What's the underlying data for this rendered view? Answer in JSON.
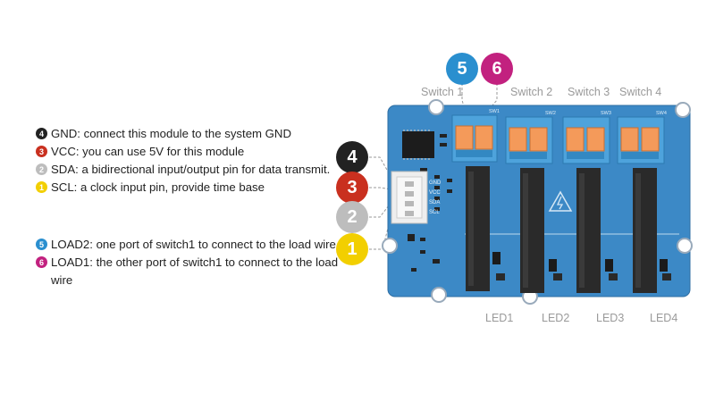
{
  "colors": {
    "black": "#222222",
    "red": "#c9301f",
    "gray": "#bdbdbd",
    "yellow": "#f2cf00",
    "blue": "#2a8fcf",
    "magenta": "#c2217f",
    "pcb": "#3c89c6",
    "relay_blue": "#4ea3dc",
    "terminal_orange": "#f49a5a",
    "relay_black": "#2a2a2a"
  },
  "legend": [
    {
      "num": "4",
      "color": "black",
      "text": "GND: connect this module to the system GND"
    },
    {
      "num": "3",
      "color": "red",
      "text": "VCC: you can use 5V for this module"
    },
    {
      "num": "2",
      "color": "gray",
      "text": "SDA: a bidirectional input/output pin for data transmit."
    },
    {
      "num": "1",
      "color": "yellow",
      "text": "SCL:  a clock input pin, provide time base"
    },
    {
      "num": "5",
      "color": "blue",
      "text": "LOAD2: one port of switch1 to connect to the load wire"
    },
    {
      "num": "6",
      "color": "magenta",
      "text": "LOAD1: the other port of switch1 to connect to the load wire"
    }
  ],
  "switch_labels": [
    "Switch 1",
    "Switch 2",
    "Switch 3",
    "Switch 4"
  ],
  "led_labels": [
    "LED1",
    "LED2",
    "LED3",
    "LED4"
  ],
  "connector_pins": [
    "GND",
    "VCC",
    "SDA",
    "SCL"
  ],
  "pcb_switch_marks": [
    "SW1",
    "SW2",
    "SW3",
    "SW4"
  ],
  "big_badges": [
    "4",
    "3",
    "2",
    "1",
    "5",
    "6"
  ]
}
